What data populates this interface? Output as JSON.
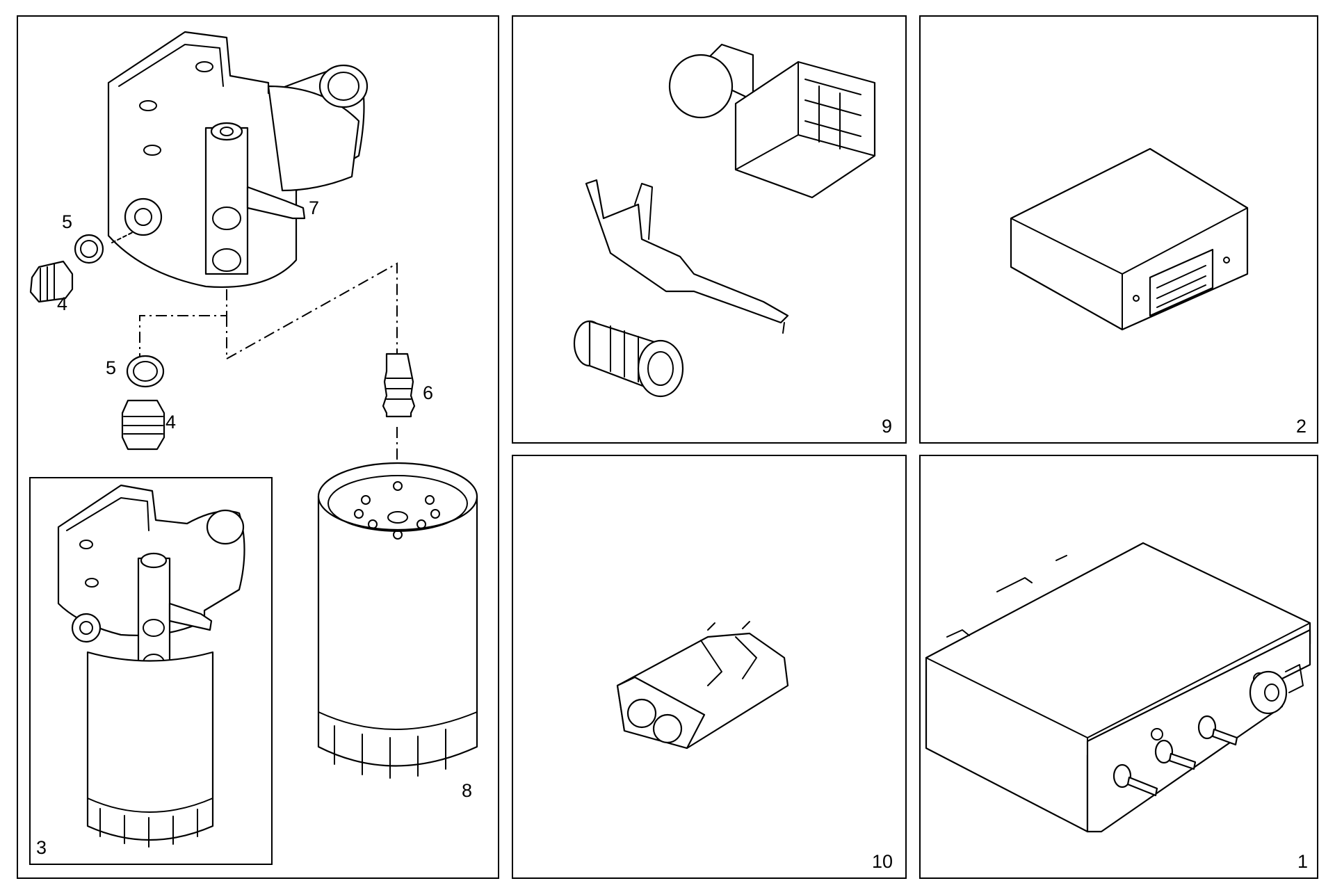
{
  "diagram": {
    "callouts": {
      "item_1": "1",
      "item_2": "2",
      "item_3": "3",
      "item_4a": "4",
      "item_4b": "4",
      "item_5a": "5",
      "item_5b": "5",
      "item_6": "6",
      "item_7": "7",
      "item_8": "8",
      "item_9": "9",
      "item_10": "10"
    },
    "colors": {
      "line": "#000000",
      "background": "#ffffff"
    }
  }
}
